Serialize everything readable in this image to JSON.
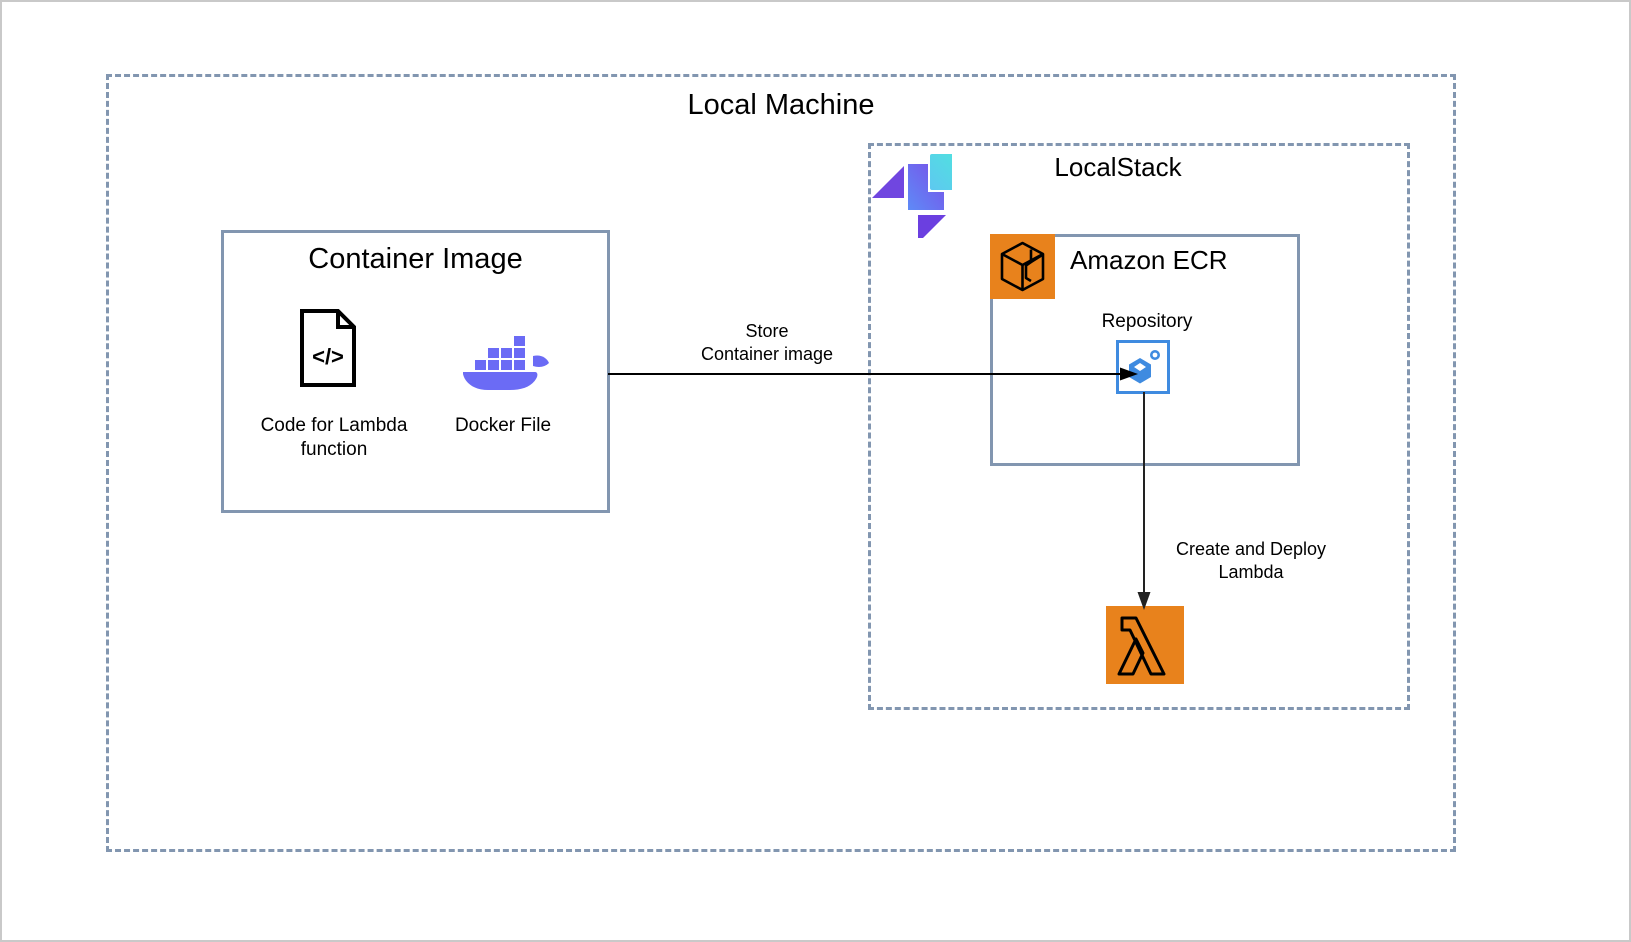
{
  "diagram": {
    "outer_container": {
      "title": "Local Machine"
    },
    "localstack_container": {
      "title": "LocalStack",
      "logo_icon": "localstack-logo-icon"
    },
    "container_image_box": {
      "title": "Container Image",
      "items": [
        {
          "icon": "code-file-icon",
          "caption": "Code for Lambda function"
        },
        {
          "icon": "docker-whale-icon",
          "caption": "Docker File"
        }
      ]
    },
    "ecr_box": {
      "title": "Amazon ECR",
      "service_icon": "amazon-ecr-icon",
      "repository_label": "Repository",
      "repository_icon": "ecr-repository-icon"
    },
    "lambda": {
      "icon": "aws-lambda-icon"
    },
    "arrows": [
      {
        "name": "store-container-image-arrow",
        "label": "Store\nContainer image",
        "label_line1": "Store",
        "label_line2": "Container image",
        "direction": "right"
      },
      {
        "name": "create-deploy-lambda-arrow",
        "label": "Create and Deploy Lambda",
        "label_line1": "Create and Deploy",
        "label_line2": "Lambda",
        "direction": "down"
      }
    ]
  },
  "colors": {
    "border_blue_gray": "#8296b0",
    "aws_orange": "#E8821C",
    "docker_purple": "#6B6BF5",
    "ecr_repo_blue": "#3F8BE0",
    "localstack_purple": "#6C4FE0",
    "localstack_cyan": "#4FD8DE",
    "arrow_black": "#000000",
    "outer_frame_gray": "#c9c9c9"
  }
}
